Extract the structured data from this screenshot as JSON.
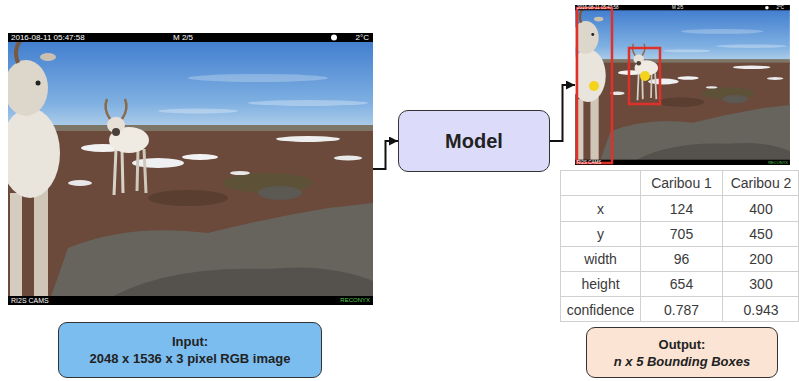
{
  "diagram": {
    "nodes": [
      {
        "text": [
          "2016-08-11 05:47:58",
          "M 2/5",
          "2°C",
          "RI2S CAMS",
          "RECONYX"
        ]
      },
      {
        "text": [
          "Model"
        ]
      },
      {
        "text": [
          "2016-08-11 05:47:58",
          "M 2/5",
          "2°C",
          "RI2S CAMS",
          "RECONYX"
        ]
      },
      {
        "text": [
          "Input:",
          "2048 x 1536 x 3 pixel RGB image"
        ]
      },
      {
        "text": [
          "Output:",
          "n x 5 Bounding Boxes"
        ]
      }
    ],
    "edges": [
      {
        "from": 0,
        "to": 1,
        "arrow": "to"
      },
      {
        "from": 1,
        "to": 2,
        "arrow": "to"
      }
    ],
    "labels": [
      "Caribou 1",
      "Caribou 2",
      "x",
      "124",
      "400",
      "y",
      "705",
      "450",
      "width",
      "96",
      "200",
      "height",
      "654",
      "300",
      "confidence",
      "0.787",
      "0.943"
    ]
  }
}
